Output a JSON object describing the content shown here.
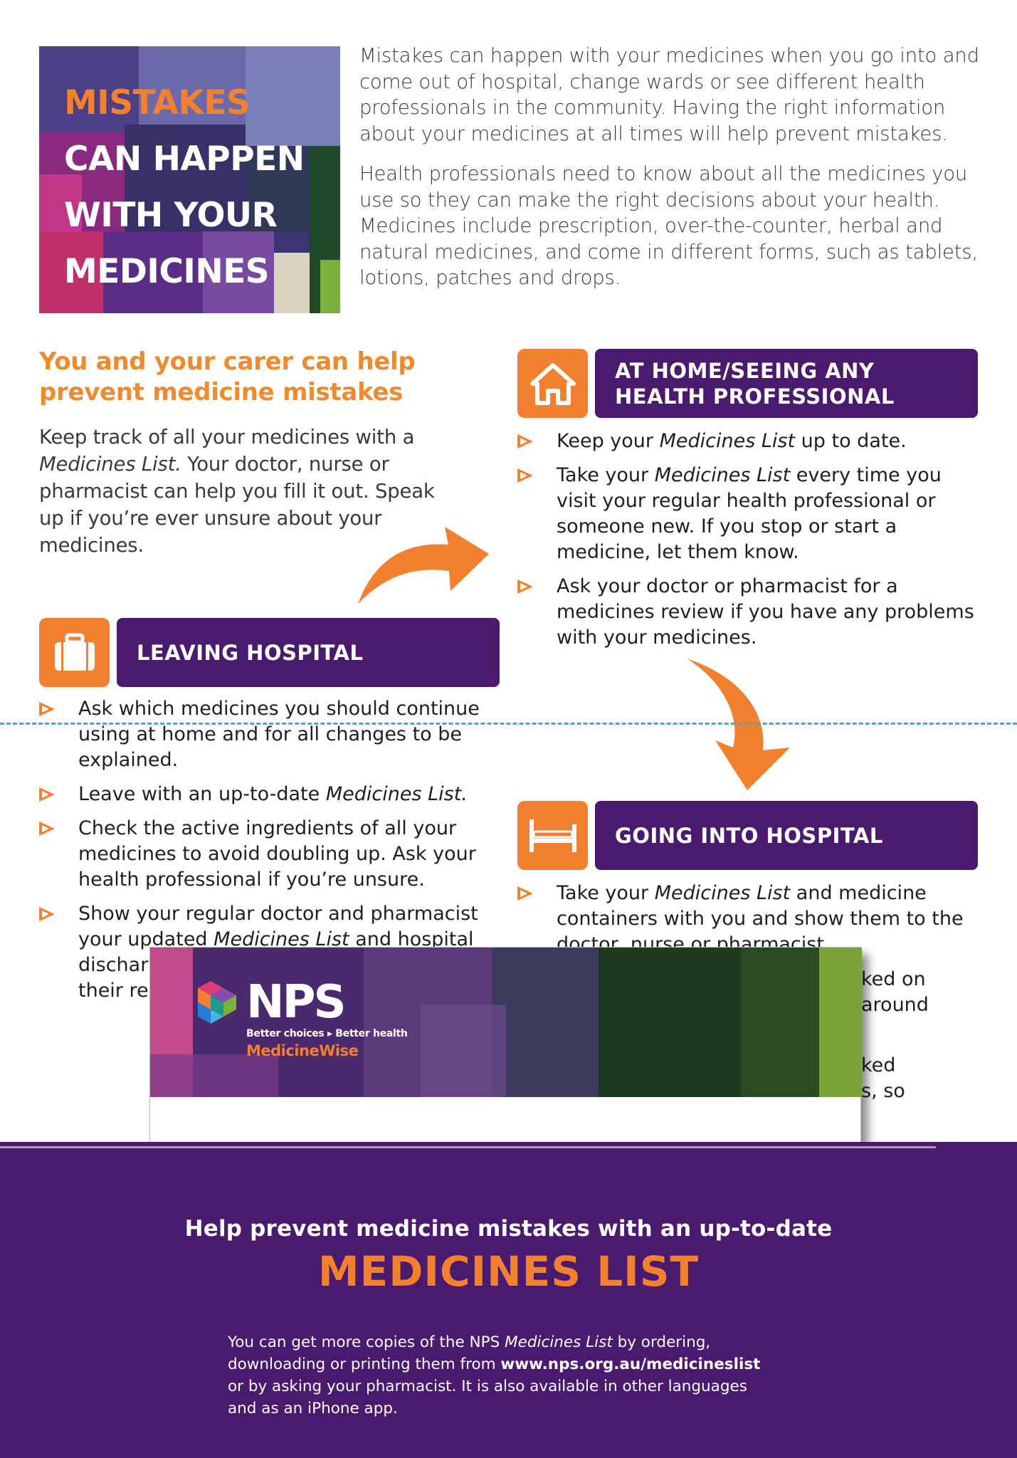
{
  "colors": {
    "accent": "#f3802f",
    "purple": "#4a1a6e",
    "dash": "#3fa9d6"
  },
  "hero": {
    "line1": "MISTAKES",
    "line2": "CAN HAPPEN",
    "line3": "WITH YOUR",
    "line4": "MEDICINES"
  },
  "intro": {
    "p1": "Mistakes can happen with your medicines when you go into and come out of hospital, change wards or see different health professionals in the community. Having the right information about your medicines at all times will help prevent mistakes.",
    "p2": "Health professionals need to know about all the medicines you use so they can make the right decisions about your health. Medicines include prescription, over-the-counter, herbal and natural medicines, and come in different forms, such as tablets, lotions, patches and drops."
  },
  "carer": {
    "heading": "You and your carer can help prevent medicine mistakes",
    "body_pre": "Keep track of all your medicines with a ",
    "body_italic": "Medicines List.",
    "body_post": " Your doctor, nurse or pharmacist can help you fill it out. Speak up if you’re ever unsure about your medicines."
  },
  "home": {
    "icon": "house-icon",
    "label": "AT HOME/SEEING ANY HEALTH PROFESSIONAL",
    "b1_pre": "Keep your ",
    "b1_italic": "Medicines List",
    "b1_post": " up to date.",
    "b2_pre": "Take your ",
    "b2_italic": "Medicines List",
    "b2_post": " every time you visit your regular health professional or someone new. If you stop or start a medicine, let them know.",
    "b3": "Ask your doctor or pharmacist for a medicines review if you have any problems with your medicines."
  },
  "leaving": {
    "icon": "suitcase-icon",
    "label": "LEAVING HOSPITAL",
    "b1": "Ask which medicines you should continue using at home and for all changes to be explained.",
    "b2_pre": "Leave with an up-to-date ",
    "b2_italic": "Medicines List.",
    "b3": "Check the active ingredients of all your medicines to avoid doubling up. Ask your health professional if you’re unsure.",
    "b4_l1": "Show your regular doctor and pharmacist",
    "b4_l2_pre": "your up",
    "b4_l2_mid": "dated ",
    "b4_l2_italic": "Medicines List",
    "b4_l2_post": " and hospital",
    "b4_l3": "dischar",
    "b4_l4": "their re"
  },
  "going": {
    "icon": "bed-icon",
    "label": "GOING INTO HOSPITAL",
    "b1_pre": "Take your ",
    "b1_italic": "Medicines List",
    "b1_post": " and medicine containers with you and show them to the",
    "b1_l3": "doctor, nurse or pharmacist.",
    "frag1": "ked on",
    "frag2": "around",
    "frag3": "ked",
    "frag4": "s, so"
  },
  "overlay": {
    "logo_word": "NPS",
    "logo_tagline": "Better choices ▸ Better health",
    "logo_sub": "MedicineWise"
  },
  "footer": {
    "kicker": "Help prevent medicine mistakes with an up-to-date",
    "title": "MEDICINES LIST",
    "l1_pre": "You can get more copies of the NPS ",
    "l1_italic": "Medicines List",
    "l1_post": " by ordering,",
    "l2_pre": "downloading or printing them from ",
    "l2_bold": "www.nps.org.au/medicineslist",
    "l3": "or by asking your pharmacist. It is also available in other languages",
    "l4": "and as an iPhone app."
  }
}
